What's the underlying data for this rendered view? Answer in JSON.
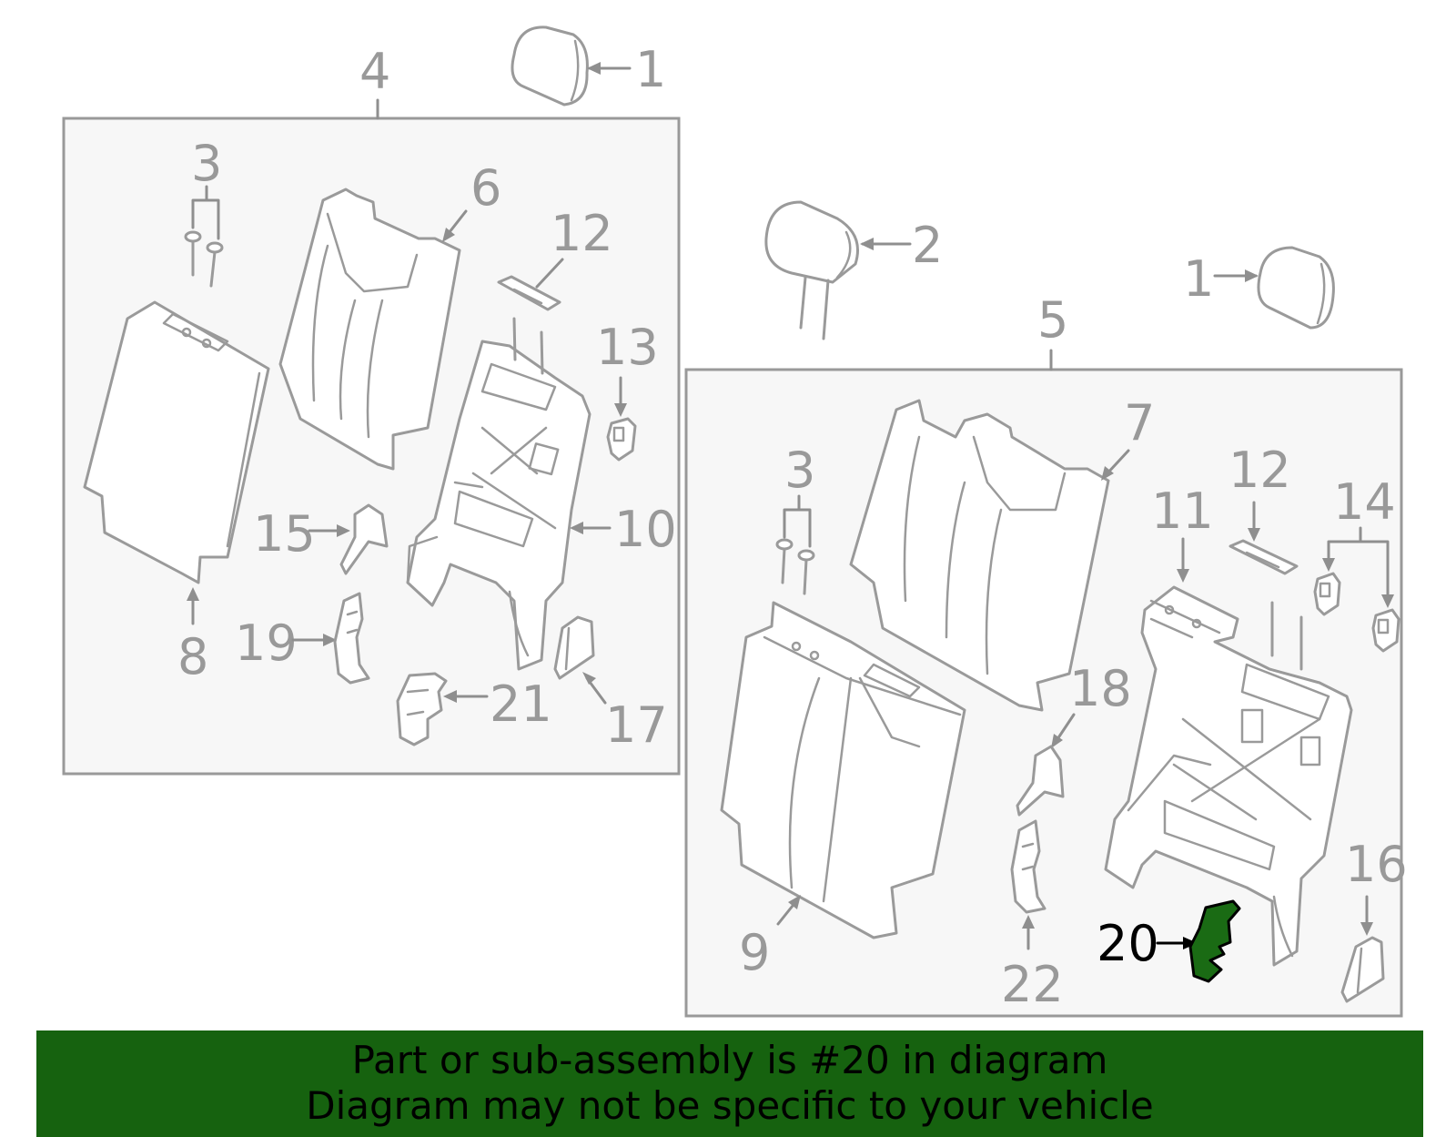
{
  "diagram": {
    "callouts": {
      "c1a": "1",
      "c1b": "1",
      "c2": "2",
      "c3a": "3",
      "c3b": "3",
      "c4": "4",
      "c5": "5",
      "c6": "6",
      "c7": "7",
      "c8": "8",
      "c9": "9",
      "c10": "10",
      "c11": "11",
      "c12a": "12",
      "c12b": "12",
      "c13": "13",
      "c14": "14",
      "c15": "15",
      "c16": "16",
      "c17": "17",
      "c18": "18",
      "c19": "19",
      "c20": "20",
      "c21": "21",
      "c22": "22"
    },
    "highlight_part": "20",
    "colors": {
      "highlight": "#1a6b14",
      "line": "#9a9a9a",
      "banner": "#16620f"
    }
  },
  "banner": {
    "line1": "Part or sub-assembly is #20 in diagram",
    "line2": "Diagram may not be specific to your vehicle"
  }
}
